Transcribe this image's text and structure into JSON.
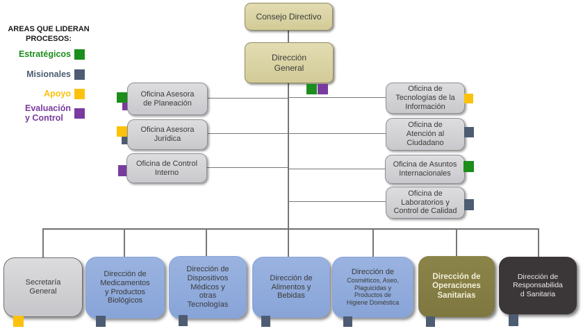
{
  "colors": {
    "green": "#1b8e1b",
    "slate": "#4d5c72",
    "yellow": "#fcc10c",
    "purple": "#7a3b9e",
    "tan": "#d9d3a4",
    "gray": "#d2d2d5",
    "blue": "#90abdc",
    "olive": "#857e45",
    "dark": "#3b3738",
    "line": "#6e6e6e"
  },
  "legend": {
    "title": "AREAS QUE LIDERAN\nPROCESOS:",
    "items": [
      {
        "label": "Estratégicos",
        "color": "#1b8e1b"
      },
      {
        "label": "Misionales",
        "color": "#4d5c72"
      },
      {
        "label": "Apoyo",
        "color": "#fcc10c"
      },
      {
        "label": "Evaluación\ny Control",
        "color": "#7a3b9e"
      }
    ]
  },
  "nodes": {
    "consejo": {
      "label": "Consejo Directivo"
    },
    "direccion_general": {
      "label": "Dirección\nGeneral"
    },
    "planeacion": {
      "label": "Oficina Asesora\nde Planeación"
    },
    "juridica": {
      "label": "Oficina Asesora\nJurídica"
    },
    "control_interno": {
      "label": "Oficina de Control\nInterno"
    },
    "tecnologias": {
      "label": "Oficina de\nTecnologías de la\nInformación"
    },
    "atencion": {
      "label": "Oficina de\nAtención al\nCiudadano"
    },
    "asuntos": {
      "label": "Oficina de Asuntos\nInternacionales"
    },
    "laboratorios": {
      "label": "Oficina de\nLaboratorios y\nControl de Calidad"
    },
    "secretaria": {
      "label": "Secretaría\nGeneral"
    },
    "medicamentos": {
      "label": "Dirección de\nMedicamentos\ny Productos\nBiológicos"
    },
    "dispositivos": {
      "label": "Dirección de\nDispositivos\nMédicos y\notras\nTecnologías"
    },
    "alimentos": {
      "label": "Dirección de\nAlimentos y\nBebidas"
    },
    "cosmeticos": {
      "title": "Dirección de",
      "subtitle": "Cosméticos, Aseo,\nPlaguicidas y\nProductos de\nHigiene Doméstica"
    },
    "operaciones": {
      "label": "Dirección de\nOperaciones\nSanitarias"
    },
    "responsabilidad": {
      "label": "Dirección de\nResponsabilida\nd Sanitaria"
    }
  }
}
